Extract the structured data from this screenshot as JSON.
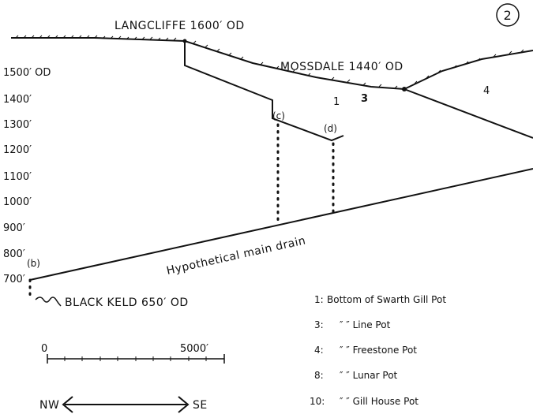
{
  "figure_number": "2",
  "places": {
    "langcliffe": "LANGCLIFFE 1600′ OD",
    "mossdale": "MOSSDALE 1440′ OD",
    "black_keld": "BLACK KELD 650′ OD"
  },
  "elevation_scale": [
    "1500′ OD",
    "1400′",
    "1300′",
    "1200′",
    "1100′",
    "1000′",
    "900′",
    "800′",
    "700′"
  ],
  "point_labels": {
    "b": "(b)",
    "c": "(c)",
    "d": "(d)"
  },
  "site_markers": {
    "one": "1",
    "three": "3",
    "four": "4"
  },
  "drain_label": "Hypothetical main drain",
  "legend": [
    {
      "num": "1:",
      "text": "Bottom of Swarth Gill Pot"
    },
    {
      "num": "3:",
      "text": "″   ″  Line Pot"
    },
    {
      "num": "4:",
      "text": "″   ″  Freestone Pot"
    },
    {
      "num": "8:",
      "text": "″   ″  Lunar Pot"
    },
    {
      "num": "10:",
      "text": "″   ″  Gill House Pot"
    }
  ],
  "scale_bar": {
    "start": "0",
    "end": "5000′"
  },
  "direction": {
    "left": "NW",
    "right": "SE"
  }
}
